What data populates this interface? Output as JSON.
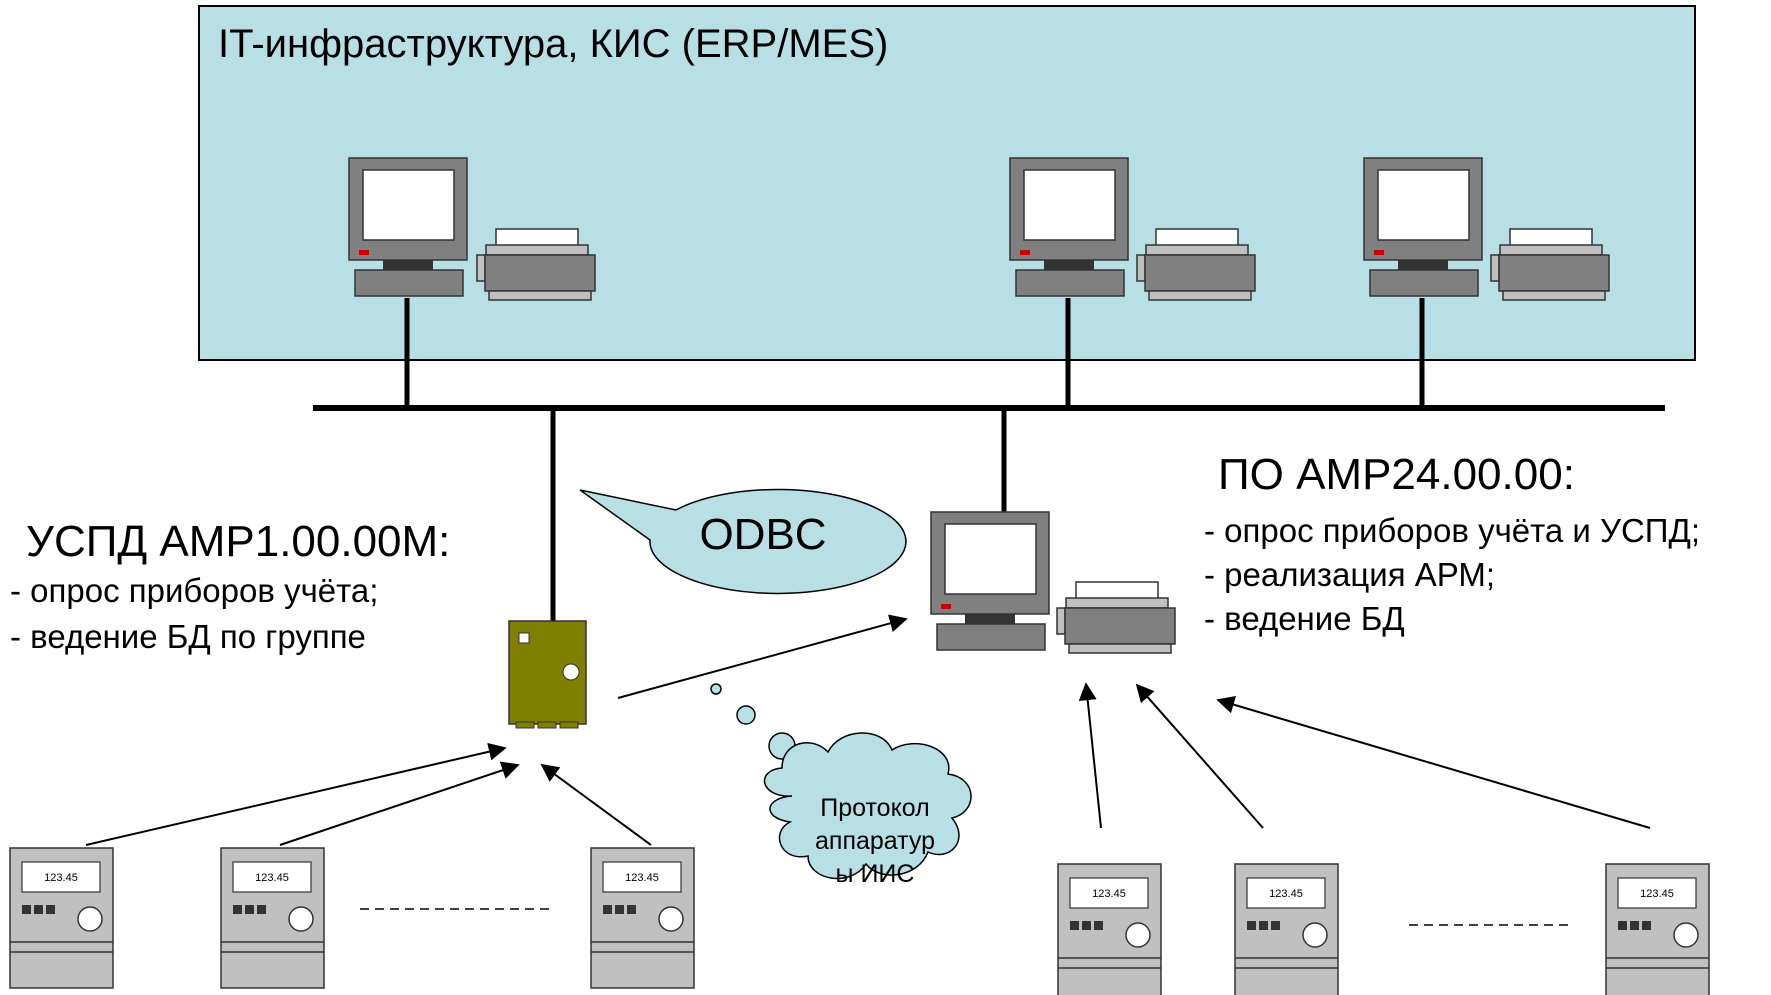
{
  "infrastructure": {
    "title": "IT-инфраструктура, КИС (ERP/MES)"
  },
  "uspd": {
    "title": "УСПД АМР1.00.00М:",
    "lines": [
      "- опрос приборов учёта;",
      "- ведение БД по группе"
    ]
  },
  "po": {
    "title": "ПО АМР24.00.00:",
    "lines": [
      "- опрос приборов учёта и УСПД;",
      "- реализация АРМ;",
      "- ведение БД"
    ]
  },
  "odbc": {
    "label": "ODBC"
  },
  "protocol": {
    "lines": [
      "Протокол",
      "аппаратур",
      "ы ИИС"
    ]
  },
  "meter": {
    "reading": "123.45"
  },
  "colors": {
    "infra_fill": "#b8dfe3",
    "callout_fill": "#b8dfe3",
    "controller_fill": "#7f8000",
    "device_gray": "#808080",
    "line": "#000000"
  },
  "icons": [
    "computer-icon",
    "printer-icon",
    "controller-icon",
    "meter-icon"
  ]
}
